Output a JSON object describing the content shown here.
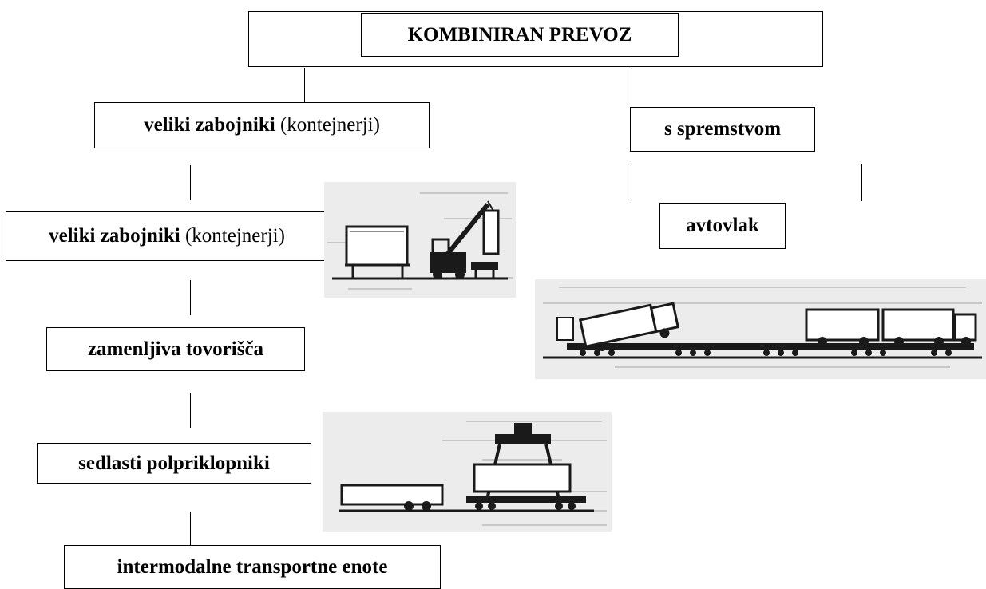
{
  "title": "KOMBINIRAN PREVOZ",
  "left_branch": {
    "header": {
      "bold": "veliki zabojniki",
      "normal": " (kontejnerji)"
    },
    "items": [
      {
        "bold": "veliki zabojniki",
        "normal": " (kontejnerji)"
      },
      {
        "bold": "zamenljiva tovorišča",
        "normal": ""
      },
      {
        "bold": "sedlasti polpriklopniki",
        "normal": ""
      },
      {
        "bold": "intermodalne transportne enote",
        "normal": ""
      }
    ]
  },
  "right_branch": {
    "header": "s spremstvom",
    "items": [
      "avtovlak"
    ]
  },
  "images": [
    {
      "icon": "container-crane-illustration"
    },
    {
      "icon": "rolling-road-train-illustration"
    },
    {
      "icon": "semitrailer-gantry-illustration"
    }
  ],
  "colors": {
    "line": "#000000",
    "photo_bg": "#ececec",
    "drawing": "#1a1a1a"
  }
}
